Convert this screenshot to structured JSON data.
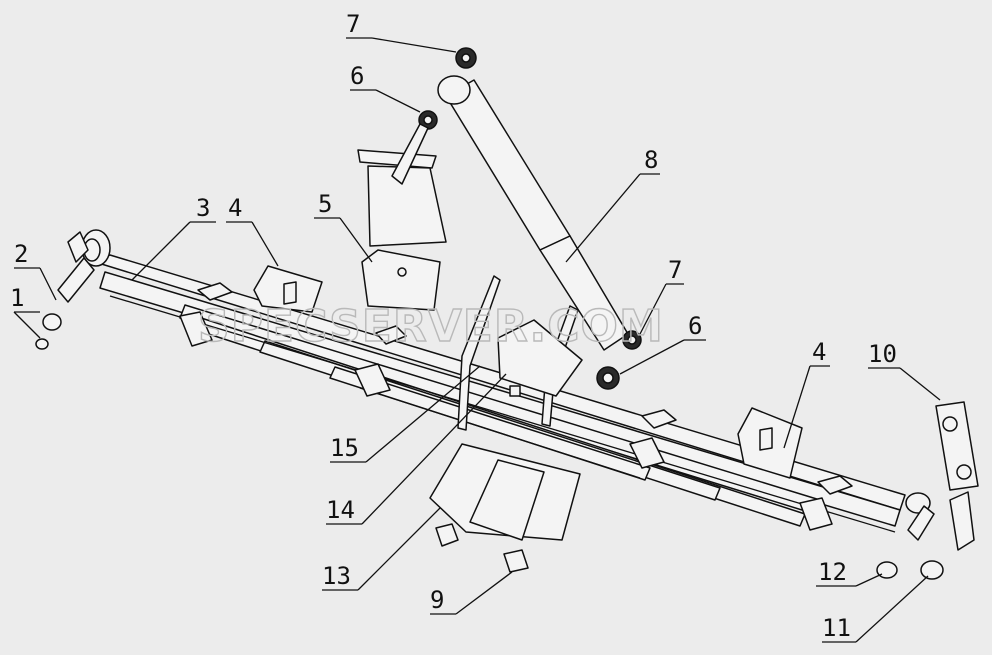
{
  "watermark": "SPECSERVER.COM",
  "callouts": [
    {
      "id": "c1",
      "label": "1"
    },
    {
      "id": "c2",
      "label": "2"
    },
    {
      "id": "c3",
      "label": "3"
    },
    {
      "id": "c4a",
      "label": "4"
    },
    {
      "id": "c4b",
      "label": "4"
    },
    {
      "id": "c5",
      "label": "5"
    },
    {
      "id": "c6a",
      "label": "6"
    },
    {
      "id": "c6b",
      "label": "6"
    },
    {
      "id": "c7a",
      "label": "7"
    },
    {
      "id": "c7b",
      "label": "7"
    },
    {
      "id": "c8",
      "label": "8"
    },
    {
      "id": "c9",
      "label": "9"
    },
    {
      "id": "c10",
      "label": "10"
    },
    {
      "id": "c11",
      "label": "11"
    },
    {
      "id": "c12",
      "label": "12"
    },
    {
      "id": "c13",
      "label": "13"
    },
    {
      "id": "c14",
      "label": "14"
    },
    {
      "id": "c15",
      "label": "15"
    }
  ]
}
